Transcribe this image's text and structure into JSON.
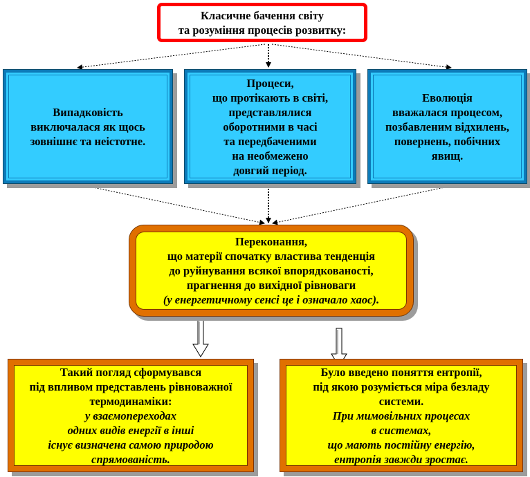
{
  "top_box": {
    "lines": [
      "Класичне бачення світу",
      "та розуміння процесів розвитку:"
    ]
  },
  "box_left": {
    "lines": [
      "Випадковість",
      "виключалася як щось",
      "зовнішнє та неістотне."
    ]
  },
  "box_center": {
    "lines": [
      "Процеси,",
      "що протікають в світі,",
      "представлялися",
      "оборотними в часі",
      "та передбаченими",
      "на необмежено",
      "довгий період."
    ]
  },
  "box_right": {
    "lines": [
      "Еволюція",
      "вважалася процесом,",
      "позбавленим відхилень,",
      "повернень, побічних",
      "явищ."
    ]
  },
  "middle_box": {
    "lines": [
      "Переконання,",
      "що матерії спочатку властива тенденція",
      "до руйнування всякої впорядкованості,",
      "прагнення до вихідної рівноваги"
    ],
    "italic_line": "(у енергетичному сенсі це і означало хаос)."
  },
  "bottom_left": {
    "lines": [
      "Такий погляд сформувався",
      "під впливом представлень рівноважної",
      "термодинаміки:"
    ],
    "italic_lines": [
      "у взаємопереходах",
      "одних видів енергії в інші",
      "існує визначена самою природою",
      "спрямованість."
    ]
  },
  "bottom_right": {
    "lines": [
      "Було введено поняття ентропії,",
      "під якою розуміється міра безладу",
      "системи."
    ],
    "italic_lines": [
      "При мимовільних процесах",
      "в системах,",
      "що мають постійну енергію,",
      "ентропія завжди зростає."
    ]
  }
}
